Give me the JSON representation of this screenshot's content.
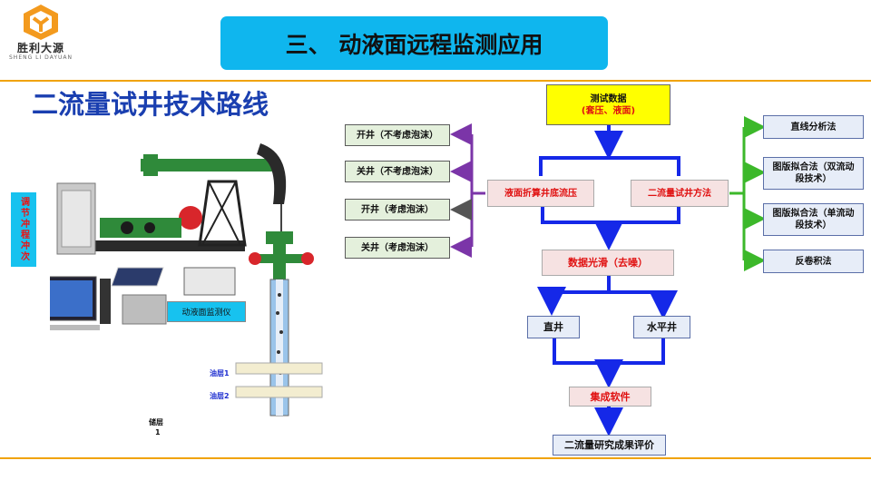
{
  "header": {
    "logo_text": "胜利大源",
    "logo_sub": "SHENG LI  DAYUAN",
    "banner_title": "三、 动液面远程监测应用"
  },
  "subtitle": "二流量试井技术路线",
  "left_panel": {
    "vertical_label": "调节冲程冲次",
    "monitor_label": "动液面监测仪",
    "layer1": "油层1",
    "layer2": "油层2",
    "bottom_label_line1": "储层",
    "bottom_label_line2": "1"
  },
  "flow": {
    "top": {
      "line1": "测试数据",
      "line2": "(套压、液面)"
    },
    "left_method": "液面折算井底流压",
    "right_method": "二流量试井方法",
    "left_items": [
      "开井（不考虑泡沫）",
      "关井（不考虑泡沫）",
      "开井（考虑泡沫）",
      "关井（考虑泡沫）"
    ],
    "right_items": [
      "直线分析法",
      "图版拟合法（双流动段技术）",
      "图版拟合法（单流动段技术）",
      "反卷积法"
    ],
    "smooth": "数据光滑（去噪）",
    "vertical_well": "直井",
    "horizontal_well": "水平井",
    "integrate": "集成软件",
    "final": "二流量研究成果评价"
  },
  "colors": {
    "accent_orange": "#f0a30a",
    "banner_cyan": "#0fb6ee",
    "arrow_blue": "#1528e8",
    "arrow_purple": "#7b35a8",
    "arrow_green": "#3cb82a",
    "label_red": "#e01010"
  }
}
